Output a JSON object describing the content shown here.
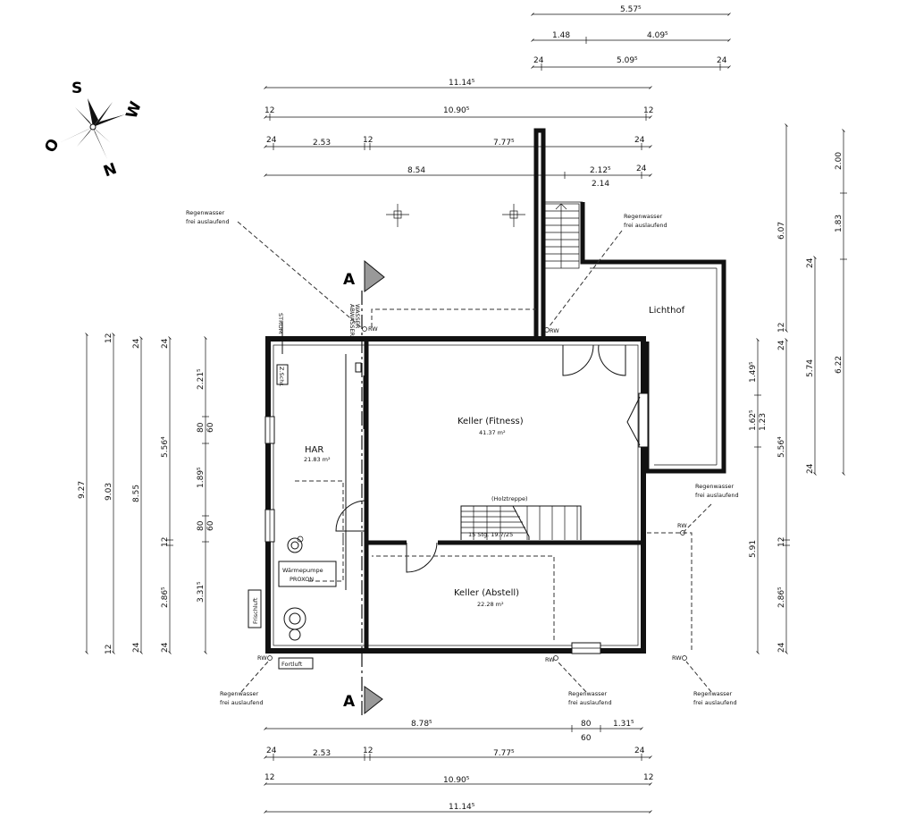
{
  "compass": {
    "labels": [
      "S",
      "W",
      "N",
      "O"
    ]
  },
  "section": {
    "top_label": "A",
    "bottom_label": "A"
  },
  "rooms": {
    "fitness": {
      "name": "Keller (Fitness)",
      "area": "41.37 m²"
    },
    "har": {
      "name": "HAR",
      "area": "21.83 m²"
    },
    "abstell": {
      "name": "Keller (Abstell)",
      "area": "22.28 m²"
    },
    "lichthof": {
      "name": "Lichthof"
    }
  },
  "labels": {
    "holztreppe": "(Holztreppe)",
    "stairs": "15 Stg. 19.7/25",
    "waermepumpe_1": "Wärmepumpe",
    "waermepumpe_2": "PROXON",
    "frischluft": "Frischluft",
    "fortluft": "Fortluft",
    "strom": "STROM",
    "abwasser": "ABWASSER",
    "wasser": "WASSER",
    "meter": "Z.Schr.",
    "rw": "RW"
  },
  "regenwasser": {
    "line1": "Regenwasser",
    "line2": "frei auslaufend"
  },
  "dims_top": {
    "r1": [
      "5.57⁵"
    ],
    "r2": [
      "1.48",
      "4.09⁵"
    ],
    "r3": [
      "24",
      "5.09⁵",
      "24"
    ],
    "r4": [
      "11.14⁵"
    ],
    "r5": [
      "12",
      "10.90⁵",
      "12"
    ],
    "r6": [
      "24",
      "2.53",
      "12",
      "7.77⁵",
      "24"
    ],
    "r7": [
      "8.54",
      "2.12⁵",
      "24"
    ],
    "r7b": [
      "2.14"
    ]
  },
  "dims_bottom": {
    "r1": [
      "8.78⁵",
      "80",
      "1.31⁵"
    ],
    "r1b": [
      "60"
    ],
    "r2": [
      "24",
      "2.53",
      "12",
      "7.77⁵",
      "24"
    ],
    "r3": [
      "12",
      "10.90⁵",
      "12"
    ],
    "r4": [
      "11.14⁵"
    ]
  },
  "dims_left": {
    "c1": [
      "9.27"
    ],
    "c2": [
      "12",
      "9.03",
      "12"
    ],
    "c3": [
      "24",
      "8.55",
      "24"
    ],
    "c4": [
      "24",
      "5.56⁴",
      "12",
      "2.86⁵",
      "24"
    ],
    "c5": [
      "2.21⁵",
      "80",
      "60",
      "1.89⁵",
      "80",
      "60",
      "3.31⁵"
    ]
  },
  "dims_right": {
    "c1": [
      "1.49⁵",
      "1.62⁵",
      "1.23",
      "5.91"
    ],
    "c2": [
      "24",
      "5.56⁴",
      "12",
      "2.86⁵",
      "24",
      "12"
    ],
    "c3": [
      "24",
      "5.74",
      "24"
    ],
    "c4": [
      "2.00",
      "1.83",
      "6.22"
    ],
    "c5": [
      "6.07"
    ]
  }
}
